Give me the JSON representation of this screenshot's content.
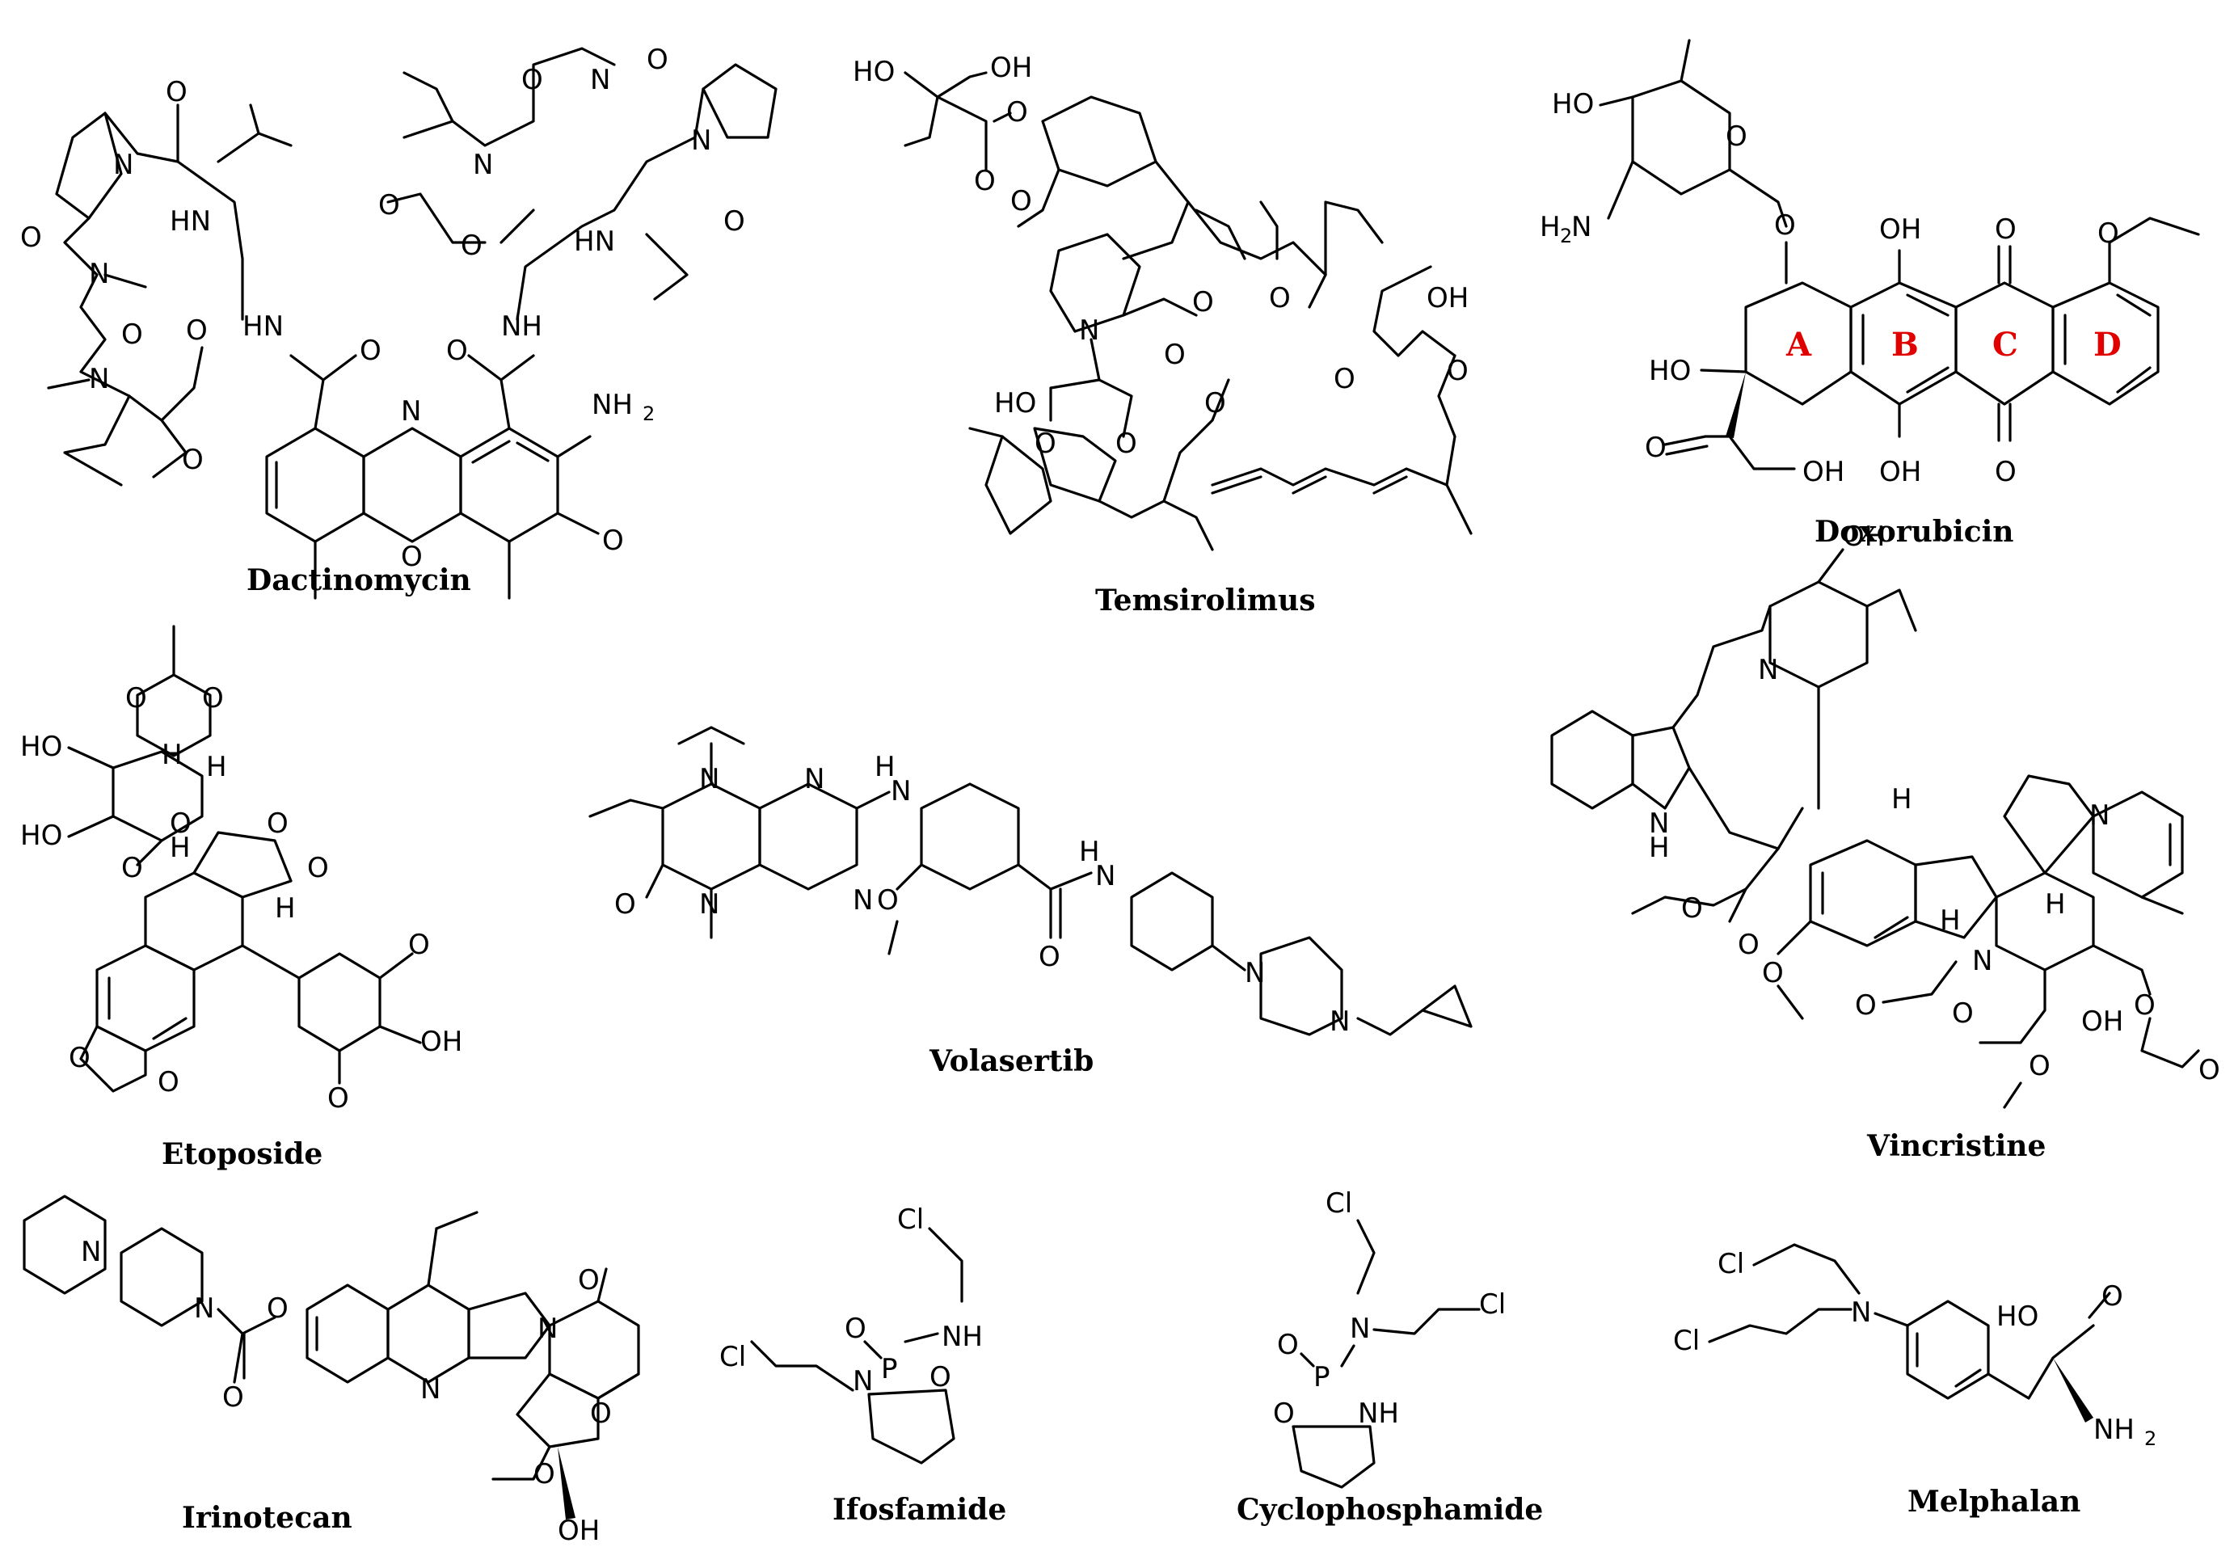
{
  "captions": {
    "dactinomycin": "Dactinomycin",
    "temsirolimus": "Temsirolimus",
    "doxorubicin": "Doxorubicin",
    "etoposide": "Etoposide",
    "volasertib": "Volasertib",
    "vincristine": "Vincristine",
    "irinotecan": "Irinotecan",
    "ifosfamide": "Ifosfamide",
    "cyclophosphamide": "Cyclophosphamide",
    "melphalan": "Melphalan"
  },
  "atoms": {
    "O": "O",
    "N": "N",
    "H": "H",
    "OH": "OH",
    "HO": "HO",
    "HN": "HN",
    "NH": "NH",
    "NH2": "NH",
    "two": "2",
    "H2N": "H",
    "Cl": "Cl",
    "P": "P"
  },
  "doxorubicin_rings": [
    "A",
    "B",
    "C",
    "D"
  ],
  "colors": {
    "ring_label": "#e00000",
    "ink": "#000000"
  }
}
